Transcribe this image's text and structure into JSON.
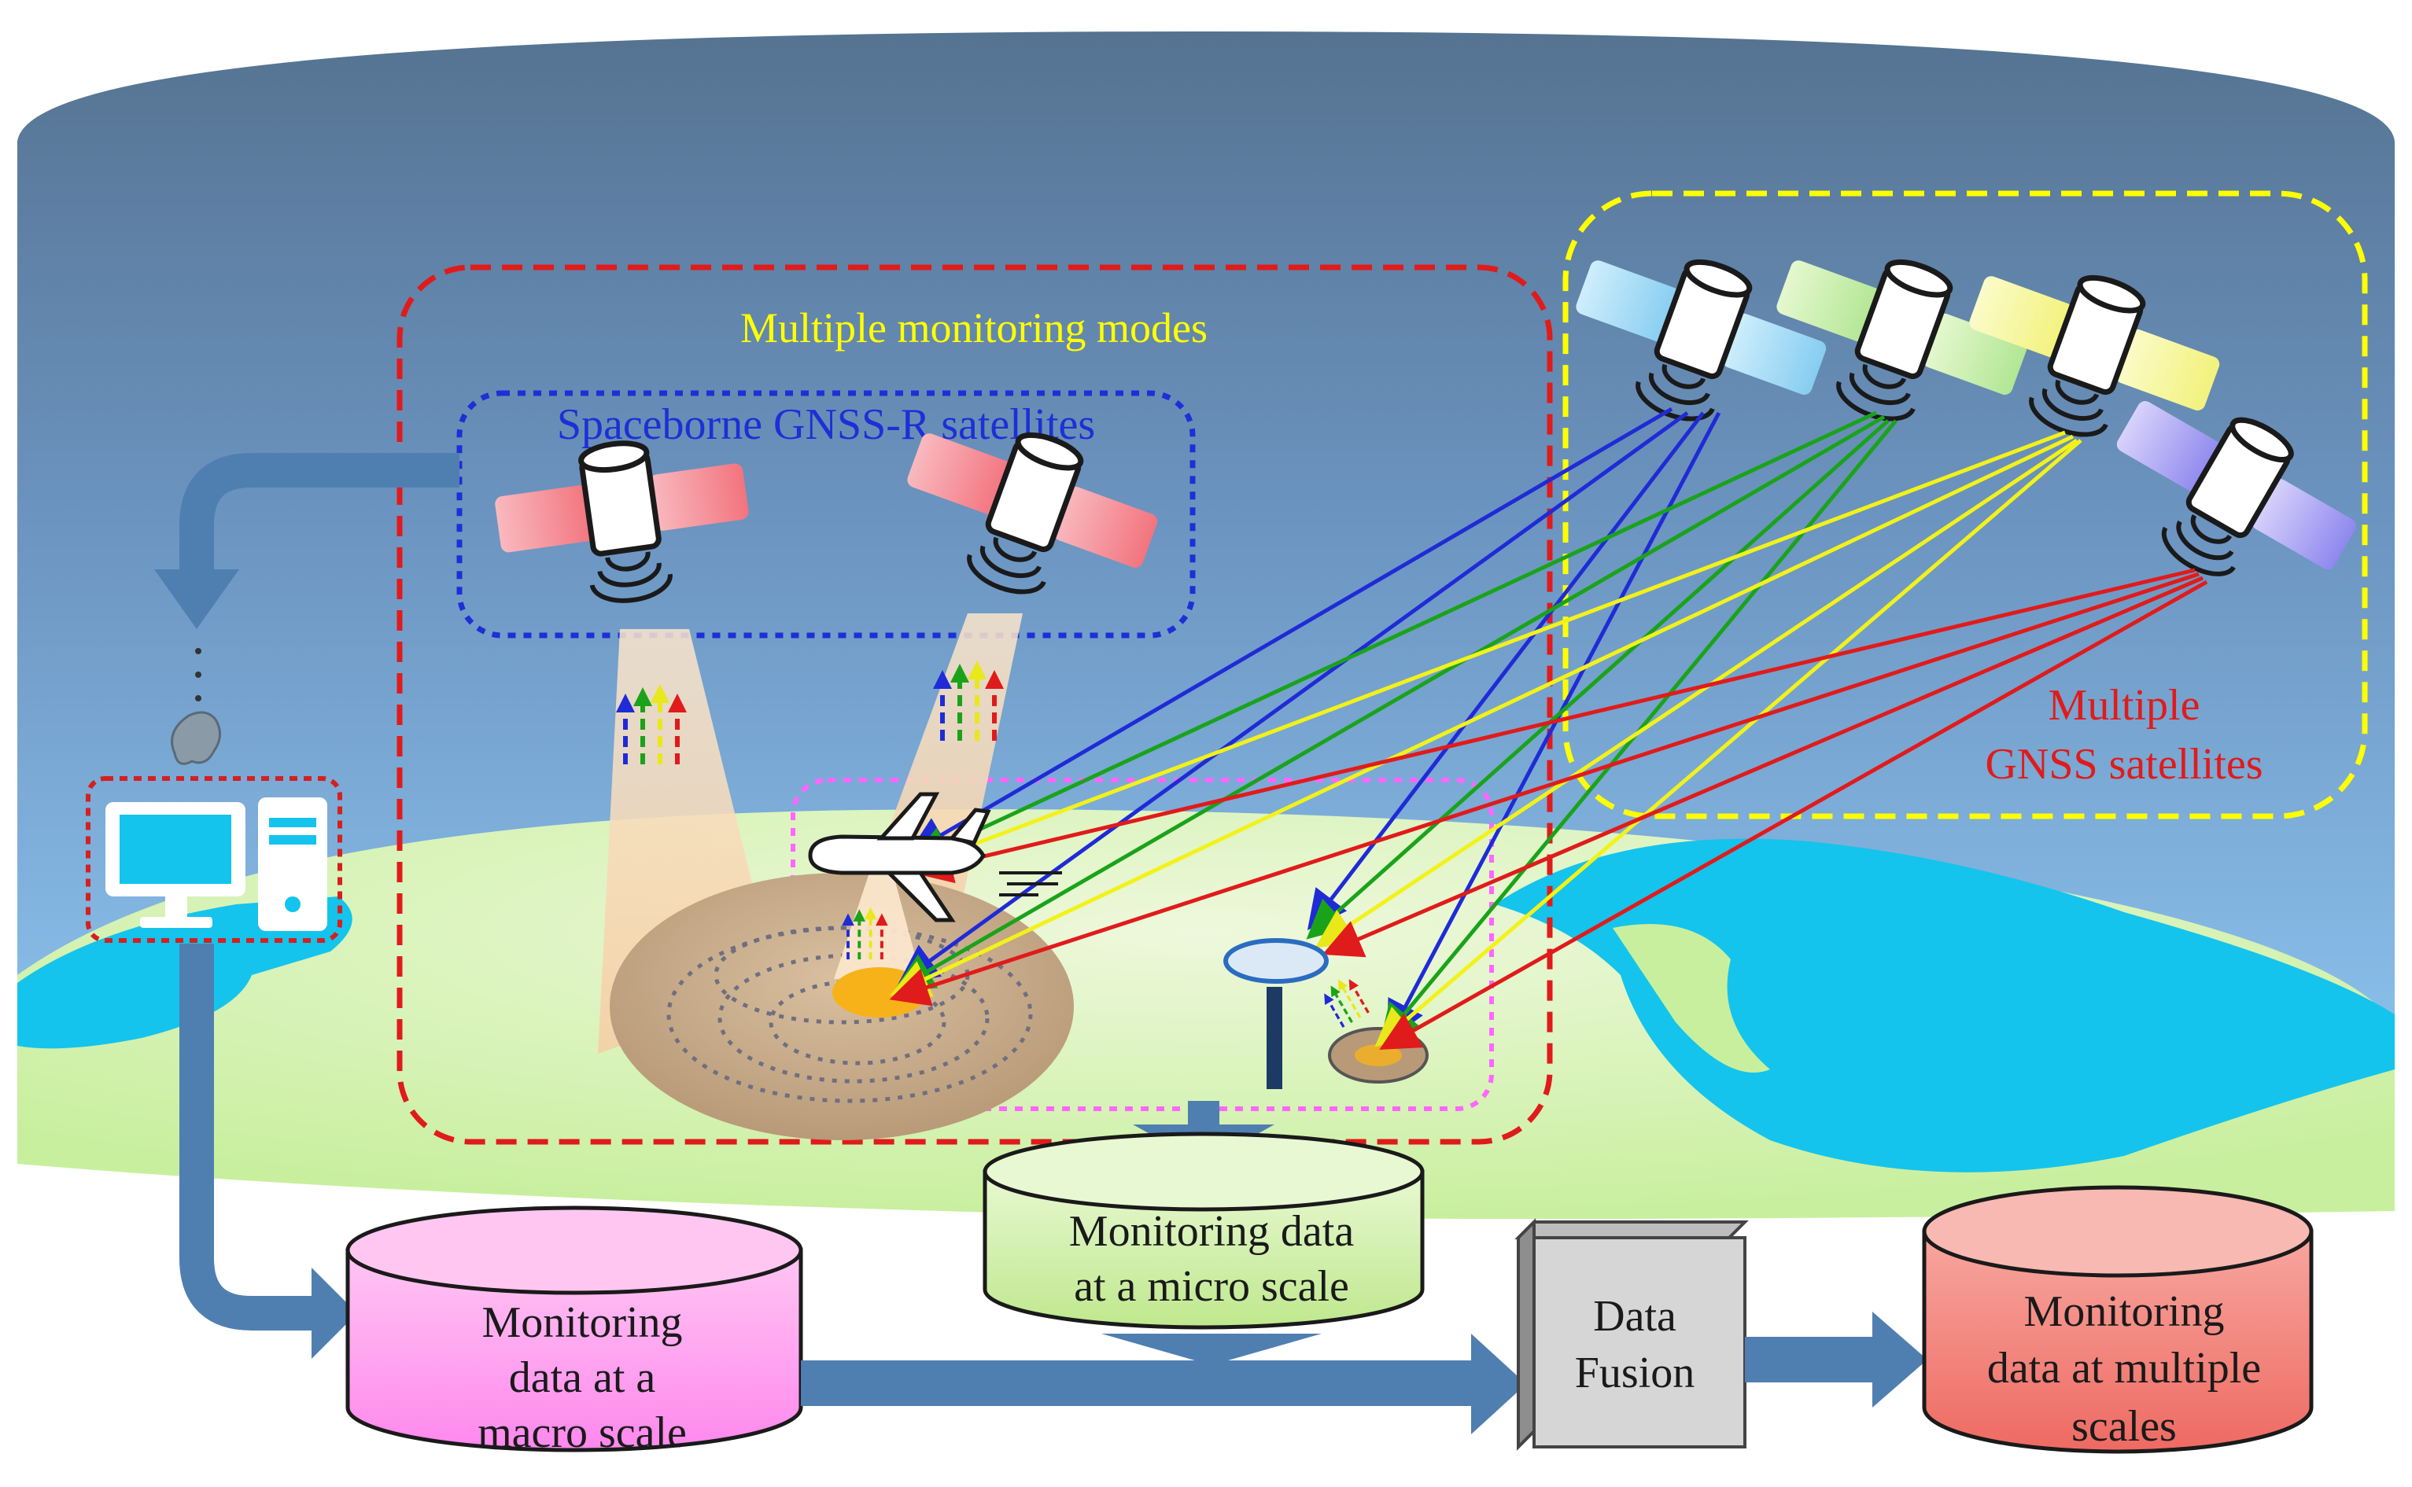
{
  "labels": {
    "modes_title": "Multiple monitoring modes",
    "spaceborne_title": "Spaceborne GNSS-R satellites",
    "gnss_line1": "Multiple",
    "gnss_line2": "GNSS satellites",
    "micro_line1": "Monitoring data",
    "micro_line2": "at a micro scale",
    "macro_line1": "Monitoring",
    "macro_line2": "data at a",
    "macro_line3": "macro scale",
    "fusion_line1": "Data",
    "fusion_line2": "Fusion",
    "multi_line1": "Monitoring",
    "multi_line2": "data at multiple",
    "multi_line3": "scales"
  },
  "colors": {
    "modes_box": "#e01b1b",
    "spaceborne_box": "#1e2fd6",
    "gnss_box": "#ffff00",
    "micro_box": "#ff66ff",
    "computer_box": "#d42020",
    "signal_blue": "#1f2bd6",
    "signal_green": "#1aa31a",
    "signal_yellow": "#f2f21a",
    "signal_red": "#e01b1b",
    "flow_arrow": "#4f7fb0",
    "sky_top": "#5a7a96",
    "ocean": "#14c4ec",
    "land": "#d7f3b3"
  }
}
